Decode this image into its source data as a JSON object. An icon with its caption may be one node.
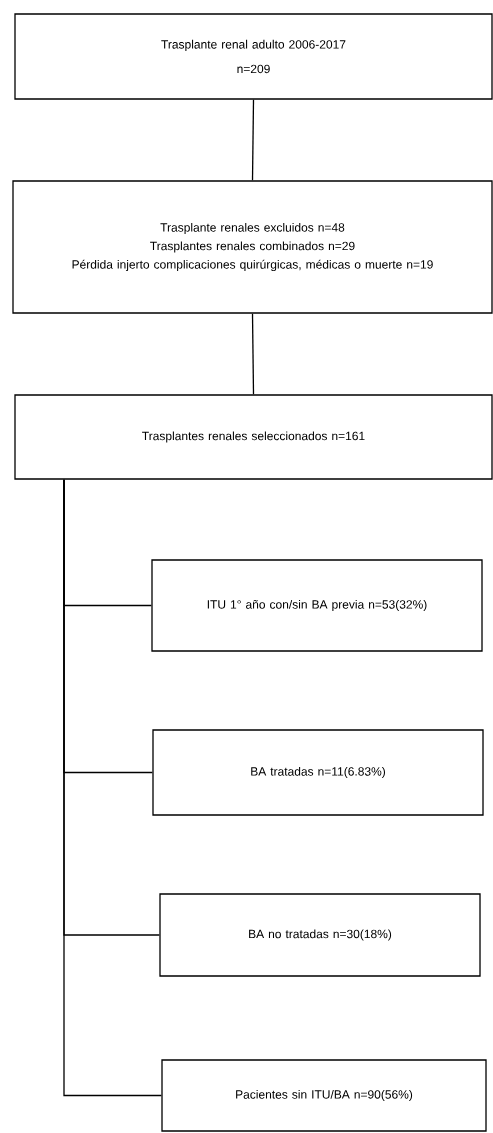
{
  "diagram": {
    "nodes": [
      {
        "text": [
          "Trasplante renal adulto 2006-2017",
          "n=209"
        ]
      },
      {
        "text": [
          "Trasplante renales excluidos n=48",
          "Trasplantes renales combinados n=29",
          "Pérdida injerto complicaciones quirúrgicas, médicas o muerte n=19"
        ]
      },
      {
        "text": [
          "Trasplantes renales seleccionados n=161"
        ]
      },
      {
        "text": [
          "ITU 1° año con/sin BA previa n=53(32%)"
        ]
      },
      {
        "text": [
          "BA tratadas n=11(6.83%)"
        ]
      },
      {
        "text": [
          "BA no tratadas n=30(18%)"
        ]
      },
      {
        "text": [
          "Pacientes sin ITU/BA n=90(56%)"
        ]
      }
    ],
    "edges": [
      {
        "from": 0,
        "to": 1,
        "arrow": "none"
      },
      {
        "from": 1,
        "to": 2,
        "arrow": "none"
      },
      {
        "from": 2,
        "to": 3,
        "arrow": "none"
      },
      {
        "from": 2,
        "to": 4,
        "arrow": "none"
      },
      {
        "from": 2,
        "to": 5,
        "arrow": "none"
      },
      {
        "from": 2,
        "to": 6,
        "arrow": "none"
      }
    ]
  }
}
